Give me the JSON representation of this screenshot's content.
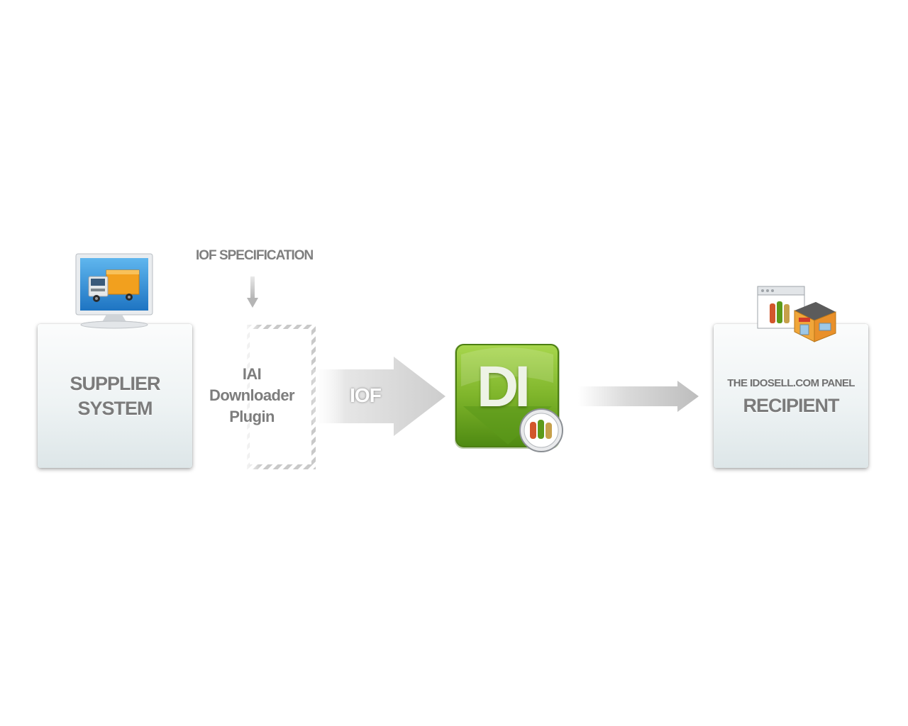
{
  "spec": {
    "label": "IOF SPECIFICATION"
  },
  "supplier": {
    "line1": "SUPPLIER",
    "line2": "SYSTEM"
  },
  "plugin": {
    "line1": "IAI",
    "line2": "Downloader",
    "line3": "Plugin"
  },
  "flow": {
    "iof_label": "IOF"
  },
  "downloader_app": {
    "letters": "DI"
  },
  "recipient": {
    "panel_label": "THE IDOSELL.COM PANEL",
    "label": "RECIPIENT"
  },
  "colors": {
    "text_gray": "#7b7b7b",
    "app_green": "#7fb52b",
    "monitor_screen": "#2a8fd8",
    "truck_cargo": "#f2a01e",
    "shop_roof": "#f0a63a"
  }
}
